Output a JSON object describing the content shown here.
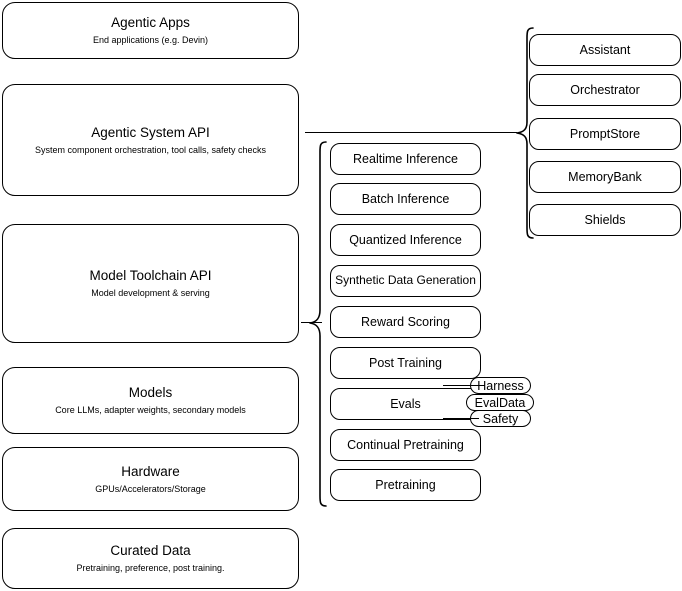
{
  "diagram": {
    "title": "Agentic stack layered architecture",
    "stroke_color": "#000000",
    "background_color": "#ffffff",
    "layers": [
      {
        "id": "agentic-apps",
        "title": "Agentic Apps",
        "subtitle": "End applications (e.g. Devin)"
      },
      {
        "id": "agentic-system-api",
        "title": "Agentic System API",
        "subtitle": "System component orchestration, tool calls, safety checks"
      },
      {
        "id": "model-toolchain-api",
        "title": "Model Toolchain API",
        "subtitle": "Model development & serving"
      },
      {
        "id": "models",
        "title": "Models",
        "subtitle": "Core LLMs, adapter weights, secondary models"
      },
      {
        "id": "hardware",
        "title": "Hardware",
        "subtitle": "GPUs/Accelerators/Storage"
      },
      {
        "id": "curated-data",
        "title": "Curated Data",
        "subtitle": "Pretraining, preference, post training."
      }
    ],
    "toolchain_components": [
      {
        "id": "realtime-inference",
        "label": "Realtime Inference"
      },
      {
        "id": "batch-inference",
        "label": "Batch Inference"
      },
      {
        "id": "quantized-inference",
        "label": "Quantized Inference"
      },
      {
        "id": "synthetic-data-generation",
        "label": "Synthetic Data Generation"
      },
      {
        "id": "reward-scoring",
        "label": "Reward Scoring"
      },
      {
        "id": "post-training",
        "label": "Post Training"
      },
      {
        "id": "evals",
        "label": "Evals"
      },
      {
        "id": "continual-pretraining",
        "label": "Continual Pretraining"
      },
      {
        "id": "pretraining",
        "label": "Pretraining"
      }
    ],
    "evals_subcomponents": [
      {
        "id": "harness",
        "label": "Harness"
      },
      {
        "id": "evaldata",
        "label": "EvalData"
      },
      {
        "id": "safety",
        "label": "Safety"
      }
    ],
    "system_components": [
      {
        "id": "assistant",
        "label": "Assistant"
      },
      {
        "id": "orchestrator",
        "label": "Orchestrator"
      },
      {
        "id": "promptstore",
        "label": "PromptStore"
      },
      {
        "id": "memorybank",
        "label": "MemoryBank"
      },
      {
        "id": "shields",
        "label": "Shields"
      }
    ]
  }
}
